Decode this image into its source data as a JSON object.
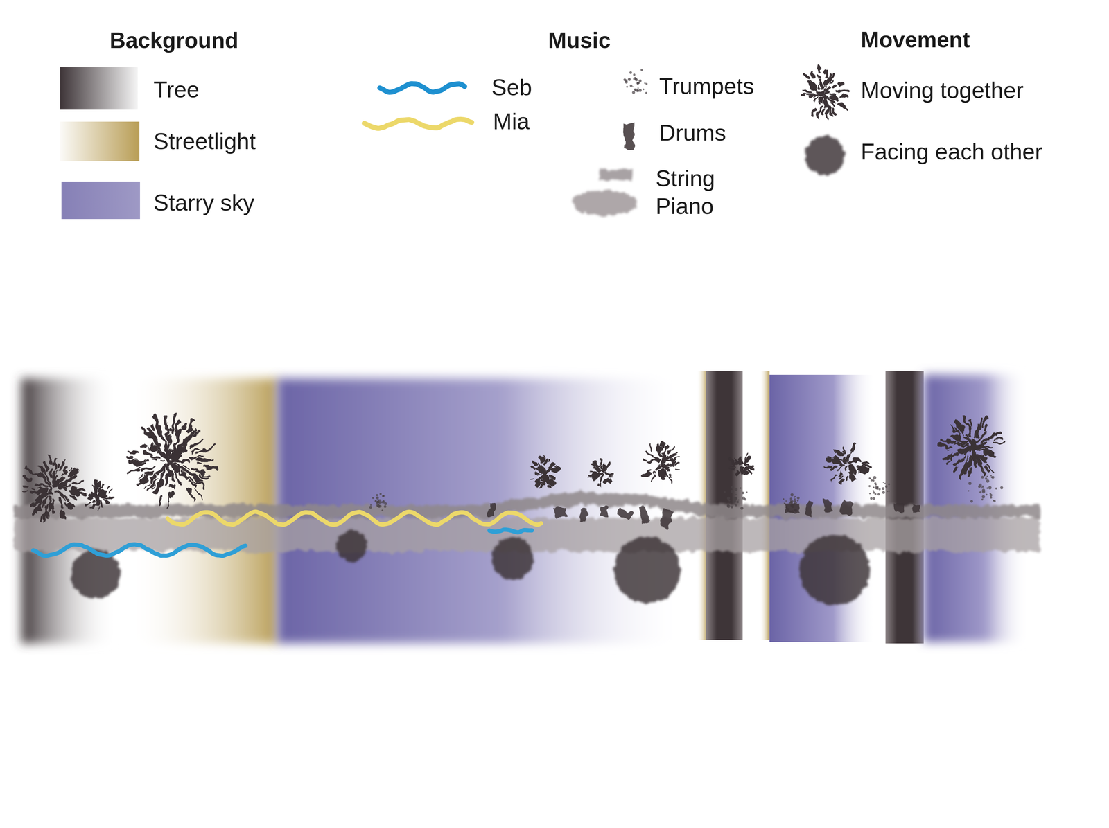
{
  "diagram": {
    "labels": [
      "Background",
      "Music",
      "Movement"
    ],
    "legend": [
      {
        "text": "Tree",
        "color": "#3e3538"
      },
      {
        "text": "Streetlight",
        "color": "#b89d55"
      },
      {
        "text": "Starry sky",
        "color": "#8680b6"
      },
      {
        "text": "Seb"
      },
      {
        "text": "Mia"
      },
      {
        "text": "Trumpets"
      },
      {
        "text": "Drums"
      },
      {
        "text": "String"
      },
      {
        "text": "Piano"
      },
      {
        "text": "Moving together"
      },
      {
        "text": "Facing each other"
      }
    ]
  }
}
